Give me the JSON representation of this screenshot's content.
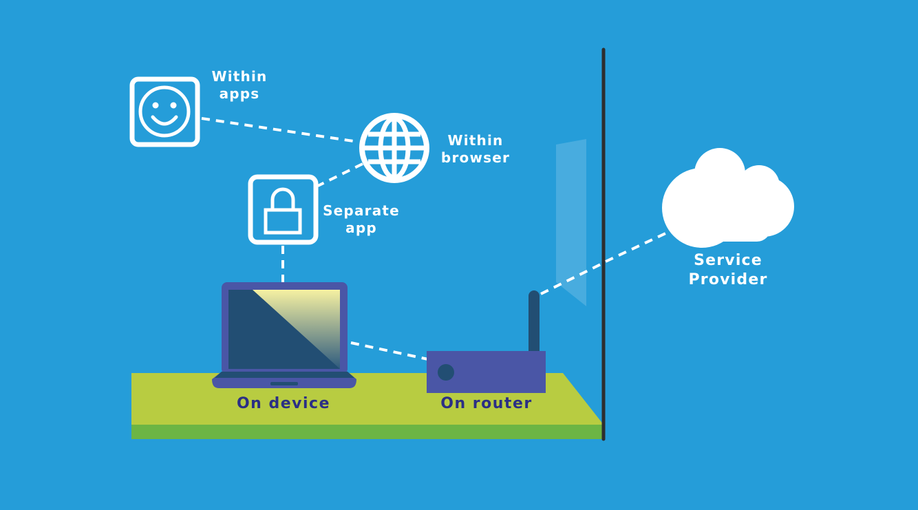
{
  "title": "Where parental-control / filtering can be applied",
  "colors": {
    "background": "#259dd9",
    "icon_white": "#ffffff",
    "ground_top": "#b8cc41",
    "ground_front": "#6cb544",
    "device_body": "#4a56a6",
    "device_dark": "#224e73",
    "screen_glow": "#f6f1a2",
    "wall": "#2e2e2e",
    "label_dark": "#2b2f85"
  },
  "nodes": {
    "within_apps": {
      "label_line1": "Within",
      "label_line2": "apps",
      "icon": "smiley-face-icon"
    },
    "within_browser": {
      "label_line1": "Within",
      "label_line2": "browser",
      "icon": "globe-icon"
    },
    "separate_app": {
      "label_line1": "Separate",
      "label_line2": "app",
      "icon": "padlock-icon"
    },
    "on_device": {
      "label": "On device",
      "icon": "laptop-icon"
    },
    "on_router": {
      "label": "On router",
      "icon": "router-icon"
    },
    "service_provider": {
      "label_line1": "Service",
      "label_line2": "Provider",
      "icon": "cloud-icon"
    }
  }
}
